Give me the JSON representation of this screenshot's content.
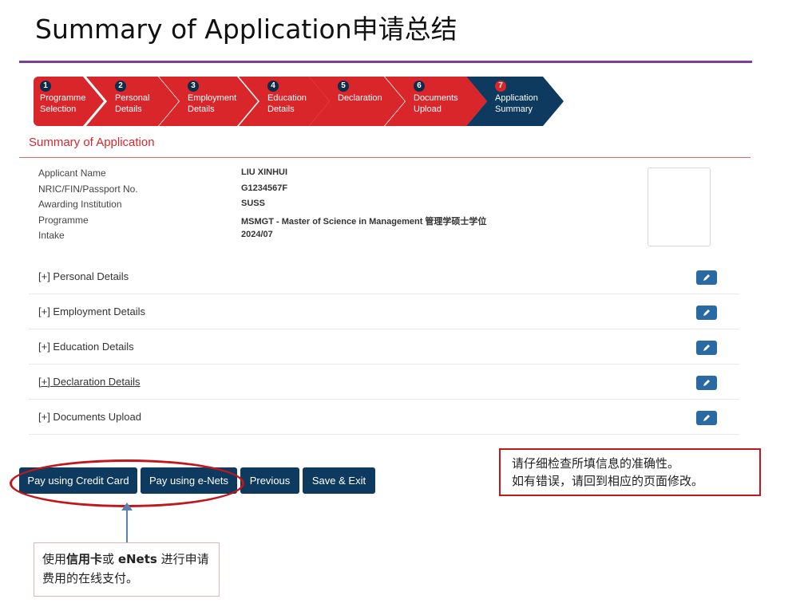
{
  "slide": {
    "title": "Summary of Application申请总结"
  },
  "steps": [
    {
      "num": "1",
      "label": "Programme\nSelection"
    },
    {
      "num": "2",
      "label": "Personal\nDetails"
    },
    {
      "num": "3",
      "label": "Employment\nDetails"
    },
    {
      "num": "4",
      "label": "Education\nDetails"
    },
    {
      "num": "5",
      "label": "Declaration"
    },
    {
      "num": "6",
      "label": "Documents\nUpload"
    },
    {
      "num": "7",
      "label": "Application\nSummary"
    }
  ],
  "summary": {
    "heading": "Summary of Application",
    "fields": [
      {
        "label": "Applicant Name",
        "value": "LIU XINHUI"
      },
      {
        "label": "NRIC/FIN/Passport No.",
        "value": "G1234567F"
      },
      {
        "label": "Awarding Institution",
        "value": "SUSS"
      },
      {
        "label": "Programme",
        "value": "MSMGT - Master of Science in Management 管理学硕士学位"
      },
      {
        "label": "Intake",
        "value": "2024/07"
      }
    ]
  },
  "sections": [
    {
      "label": "[+] Personal Details"
    },
    {
      "label": "[+] Employment Details"
    },
    {
      "label": "[+] Education Details"
    },
    {
      "label": "[+] Declaration Details"
    },
    {
      "label": "[+] Documents Upload"
    }
  ],
  "actions": {
    "pay_credit": "Pay using Credit Card",
    "pay_enets": "Pay using e-Nets",
    "previous": "Previous",
    "save_exit": "Save & Exit"
  },
  "callouts": {
    "left_pre": "使用",
    "left_bold1": "信用卡",
    "left_mid": "或 ",
    "left_bold2": "eNets",
    "left_post": " 进行申请费用的在线支付。",
    "right_line1": "请仔细检查所填信息的准确性。",
    "right_line2": "如有错误，请回到相应的页面修改。"
  },
  "colors": {
    "step_red": "#d9262b",
    "step_active": "#0d3a5e",
    "button": "#0d3a5e",
    "accent_purple": "#7b3f9e"
  },
  "icons": {
    "edit": "pencil-icon"
  }
}
